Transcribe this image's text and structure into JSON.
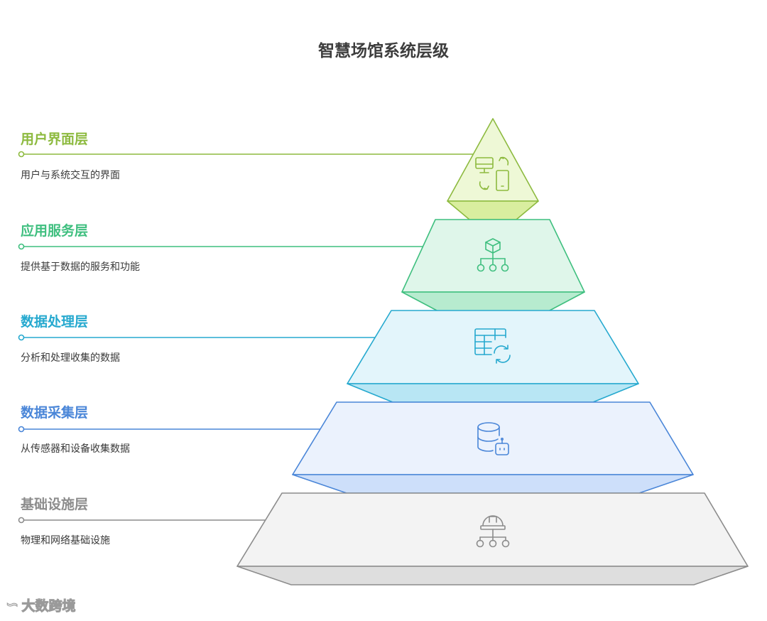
{
  "title": "智慧场馆系统层级",
  "layers": [
    {
      "name": "用户界面层",
      "desc": "用户与系统交互的界面",
      "color": "#8dba3f",
      "fill": "#eef8d6",
      "icon": "devices-sync-icon"
    },
    {
      "name": "应用服务层",
      "desc": "提供基于数据的服务和功能",
      "color": "#3fbf7f",
      "fill": "#dff6ea",
      "icon": "cube-network-icon"
    },
    {
      "name": "数据处理层",
      "desc": "分析和处理收集的数据",
      "color": "#26a9cf",
      "fill": "#e3f5fb",
      "icon": "table-refresh-icon"
    },
    {
      "name": "数据采集层",
      "desc": "从传感器和设备收集数据",
      "color": "#4a86d8",
      "fill": "#ebf2fd",
      "icon": "database-robot-icon"
    },
    {
      "name": "基础设施层",
      "desc": "物理和网络基础设施",
      "color": "#8c8c8c",
      "fill": "#f3f3f3",
      "icon": "helmet-network-icon"
    }
  ],
  "watermark": "大数跨境"
}
